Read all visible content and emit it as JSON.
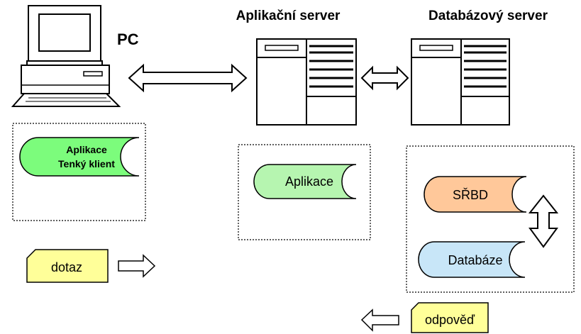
{
  "labels": {
    "pc": "PC",
    "app_server": "Aplikační server",
    "db_server": "Databázový server"
  },
  "pc_box": {
    "app_line1": "Aplikace",
    "app_line2": "Tenký klient"
  },
  "app_box": {
    "app": "Aplikace"
  },
  "db_box": {
    "dbms": "SŘBD",
    "database": "Databáze"
  },
  "messages": {
    "query": "dotaz",
    "response": "odpověď"
  },
  "colors": {
    "thin_client": "#7CFC7C",
    "application": "#B6F5B0",
    "dbms": "#FFC89A",
    "database": "#C8E6F8",
    "note": "#FFFF99"
  }
}
